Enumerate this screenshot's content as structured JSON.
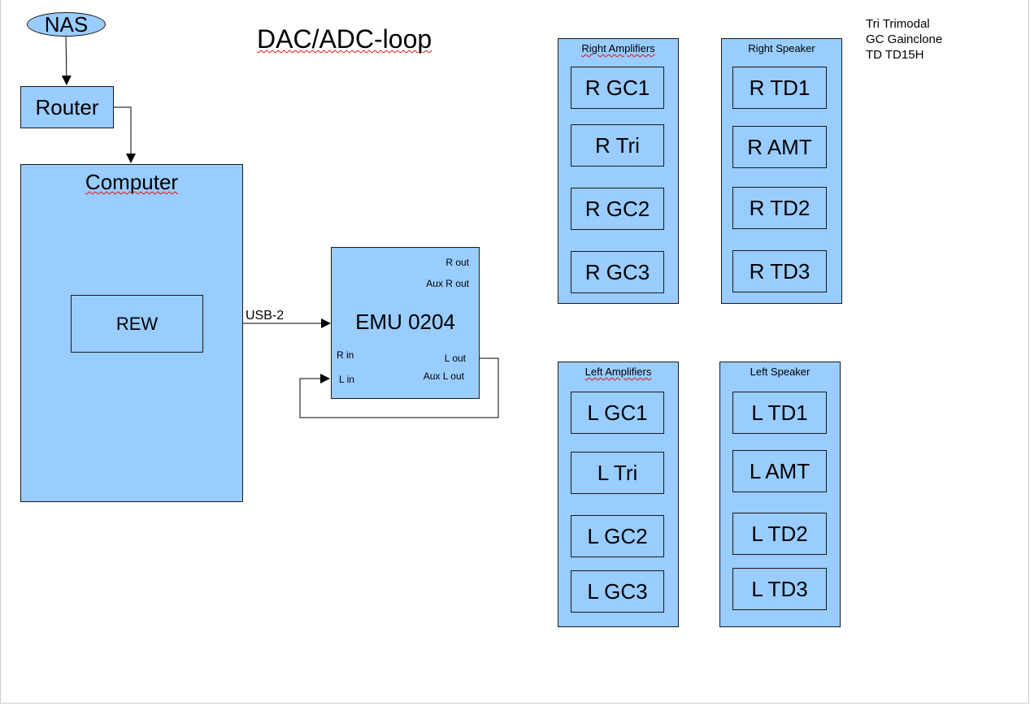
{
  "diagram": {
    "title": "DAC/ADC-loop",
    "nas": "NAS",
    "router": "Router",
    "computer": {
      "label": "Computer",
      "rew": "REW"
    },
    "usb_label": "USB-2",
    "emu": {
      "label": "EMU 0204",
      "r_out": "R out",
      "aux_r_out": "Aux R out",
      "r_in": "R in",
      "l_in": "L in",
      "l_out": "L out",
      "aux_l_out": "Aux L out"
    },
    "legend": [
      "Tri Trimodal",
      "GC Gainclone",
      "TD TD15H"
    ],
    "right_amplifiers": {
      "title": "Right Amplifiers",
      "items": [
        "R GC1",
        "R Tri",
        "R GC2",
        "R GC3"
      ]
    },
    "right_speaker": {
      "title": "Right Speaker",
      "items": [
        "R TD1",
        "R AMT",
        "R TD2",
        "R TD3"
      ]
    },
    "left_amplifiers": {
      "title": "Left Amplifiers",
      "items": [
        "L GC1",
        "L Tri",
        "L GC2",
        "L GC3"
      ]
    },
    "left_speaker": {
      "title": "Left Speaker",
      "items": [
        "L TD1",
        "L AMT",
        "L TD2",
        "L TD3"
      ]
    },
    "colors": {
      "box_fill": "#99ccff",
      "border": "#1a1a1a",
      "spellcheck": "#e01010"
    }
  }
}
